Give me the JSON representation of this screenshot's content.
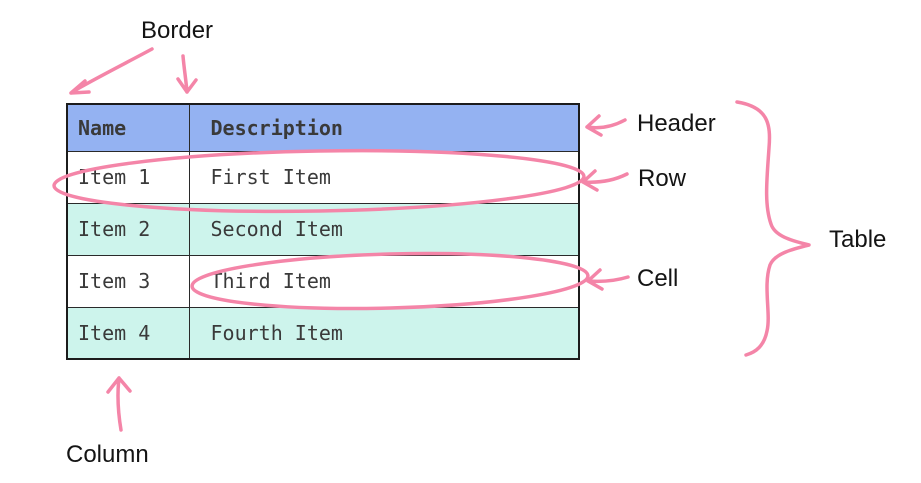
{
  "labels": {
    "border": "Border",
    "header": "Header",
    "row": "Row",
    "cell": "Cell",
    "table": "Table",
    "column": "Column"
  },
  "table": {
    "columns": [
      "Name",
      "Description"
    ],
    "rows": [
      {
        "name": "Item 1",
        "description": "First Item"
      },
      {
        "name": "Item 2",
        "description": "Second Item"
      },
      {
        "name": "Item 3",
        "description": "Third Item"
      },
      {
        "name": "Item 4",
        "description": "Fourth Item"
      }
    ]
  },
  "colors": {
    "annotation_pink": "#f485a8",
    "header_blue": "#94b2f2",
    "row_mint": "#cdf4ec",
    "row_white": "#ffffff",
    "table_border": "#1c1c1c",
    "cell_text": "#3a3a3a",
    "label_text": "#141414"
  }
}
